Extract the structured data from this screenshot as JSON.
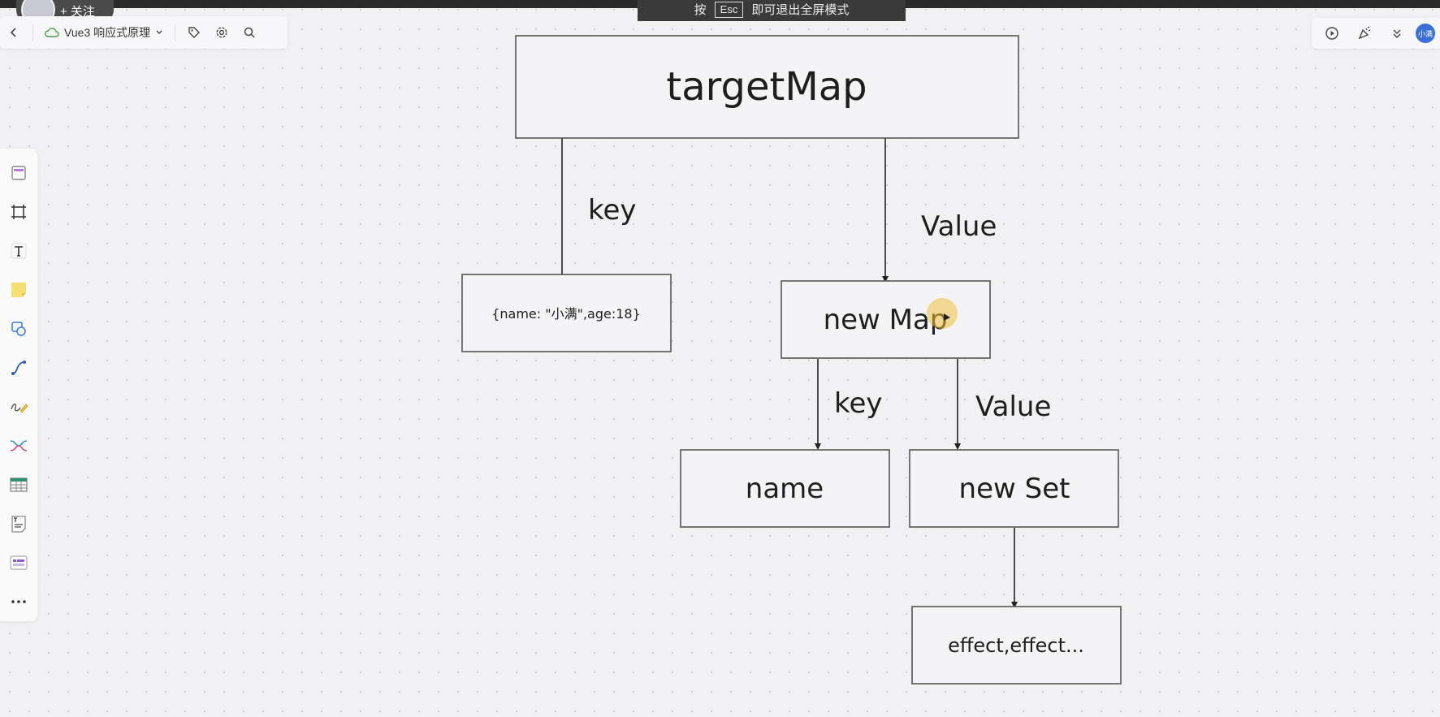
{
  "overlay": {
    "esc_prefix": "按",
    "esc_key": "Esc",
    "esc_suffix": "即可退出全屏模式",
    "follow_label": "+ 关注"
  },
  "toolbar": {
    "doc_title": "Vue3 响应式原理"
  },
  "right_toolbar": {
    "avatar_text": "小满"
  },
  "left_tools": [
    "frame-icon",
    "crop-icon",
    "text-icon",
    "sticky-note-icon",
    "shape-icon",
    "connector-icon",
    "pen-icon",
    "mindmap-icon",
    "table-icon",
    "text-card-icon",
    "template-icon",
    "more-icon"
  ],
  "diagram": {
    "nodes": {
      "target_map": "targetMap",
      "target_obj": "{name: \"小满\",age:18}",
      "new_map": "new Map",
      "name": "name",
      "new_set": "new Set",
      "effects": "effect,effect..."
    },
    "edge_labels": {
      "key1": "key",
      "value1": "Value",
      "key2": "key",
      "value2": "Value"
    }
  },
  "colors": {
    "canvas": "#f1f1f3",
    "box_stroke": "#555555",
    "cursor_highlight": "#f0c040"
  }
}
